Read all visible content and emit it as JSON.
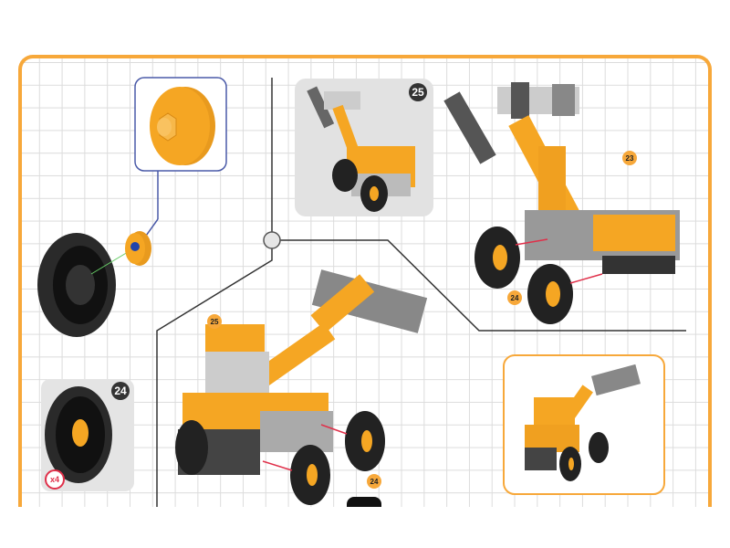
{
  "step_labels": {
    "inset_top": "25",
    "main_top": "23",
    "main_top_wheel": "24",
    "bottom_model": "25",
    "bottom_wheel": "24",
    "parts_wheel": "24",
    "parts_quantity": "x4"
  },
  "colors": {
    "frame": "#f7a83a",
    "part_orange": "#f5a623",
    "callout": "#4a5aa8",
    "arrow": "#e0304a"
  }
}
